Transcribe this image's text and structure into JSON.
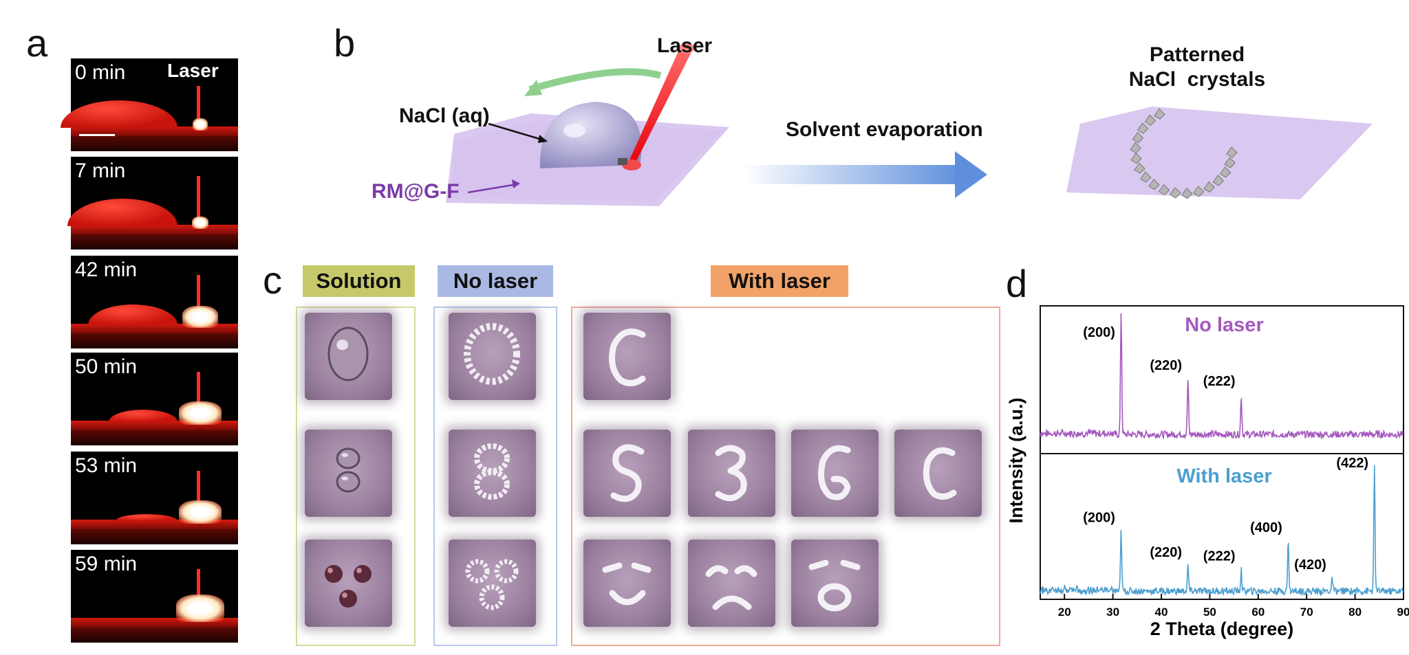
{
  "panel_labels": {
    "a": "a",
    "b": "b",
    "c": "c",
    "d": "d"
  },
  "panel_a": {
    "laser_label": "Laser",
    "frames": [
      "0 min",
      "7 min",
      "42 min",
      "50 min",
      "53 min",
      "59 min"
    ]
  },
  "panel_b": {
    "laser_label": "Laser",
    "solution_label": "NaCl (aq)",
    "substrate_label": "RM@G-F",
    "process_label": "Solvent evaporation",
    "product_label_line1": "Patterned",
    "product_label_line2": "NaCl  crystals",
    "colors": {
      "substrate": "#d9c8ef",
      "label_purple": "#7a3aa8",
      "arrow": "#5f8fdc"
    }
  },
  "panel_c": {
    "headers": {
      "solution": "Solution",
      "no_laser": "No laser",
      "with_laser": "With laser"
    },
    "colors": {
      "solution": "#c6c96a",
      "no_laser": "#a9b9e3",
      "with_laser": "#f2a268",
      "solution_border": "#d6dc9a",
      "no_laser_border": "#b6c8ee",
      "with_laser_border": "#f0a89a"
    },
    "with_laser_patterns": [
      "C",
      "S",
      "3",
      "G",
      "C",
      "smile",
      "sad",
      "surprised"
    ]
  },
  "chart_data": {
    "type": "line",
    "xlabel": "2 Theta (degree)",
    "ylabel": "Intensity (a.u.)",
    "xlim": [
      15,
      90
    ],
    "xticks": [
      20,
      30,
      40,
      50,
      60,
      70,
      80,
      90
    ],
    "series": [
      {
        "name": "No laser",
        "color": "#a559bd",
        "peaks": [
          {
            "x": 31.7,
            "label": "(200)",
            "h": 0.95
          },
          {
            "x": 45.5,
            "label": "(220)",
            "h": 0.42
          },
          {
            "x": 56.5,
            "label": "(222)",
            "h": 0.3
          }
        ]
      },
      {
        "name": "With laser",
        "color": "#4a9fd0",
        "peaks": [
          {
            "x": 31.7,
            "label": "(200)",
            "h": 0.48
          },
          {
            "x": 45.5,
            "label": "(220)",
            "h": 0.2
          },
          {
            "x": 56.5,
            "label": "(222)",
            "h": 0.17
          },
          {
            "x": 66.2,
            "label": "(400)",
            "h": 0.4
          },
          {
            "x": 75.3,
            "label": "(420)",
            "h": 0.1
          },
          {
            "x": 84.0,
            "label": "(422)",
            "h": 1.0
          }
        ]
      }
    ]
  }
}
